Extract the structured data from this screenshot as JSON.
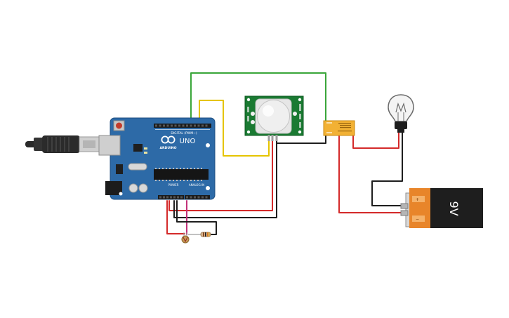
{
  "arduino": {
    "brand_label": "ARDUINO",
    "model_label": "UNO",
    "digital_header_label": "DIGITAL (PWM~)",
    "power_label": "POWER",
    "analog_label": "ANALOG IN"
  },
  "battery": {
    "voltage_label": "9V"
  },
  "colors": {
    "wire_red": "#d42a2a",
    "wire_black": "#1e1e1e",
    "wire_green": "#3aa63a",
    "wire_yellow": "#e5c400",
    "wire_magenta": "#c2327a",
    "board_blue": "#2d6aa7",
    "pir_green": "#1a7a32",
    "relay_orange": "#f2b134",
    "battery_orange": "#e8852a"
  },
  "icons": [
    "usb-cable-icon",
    "light-bulb-icon",
    "photoresistor-icon",
    "resistor-icon",
    "infinity-logo-icon"
  ]
}
